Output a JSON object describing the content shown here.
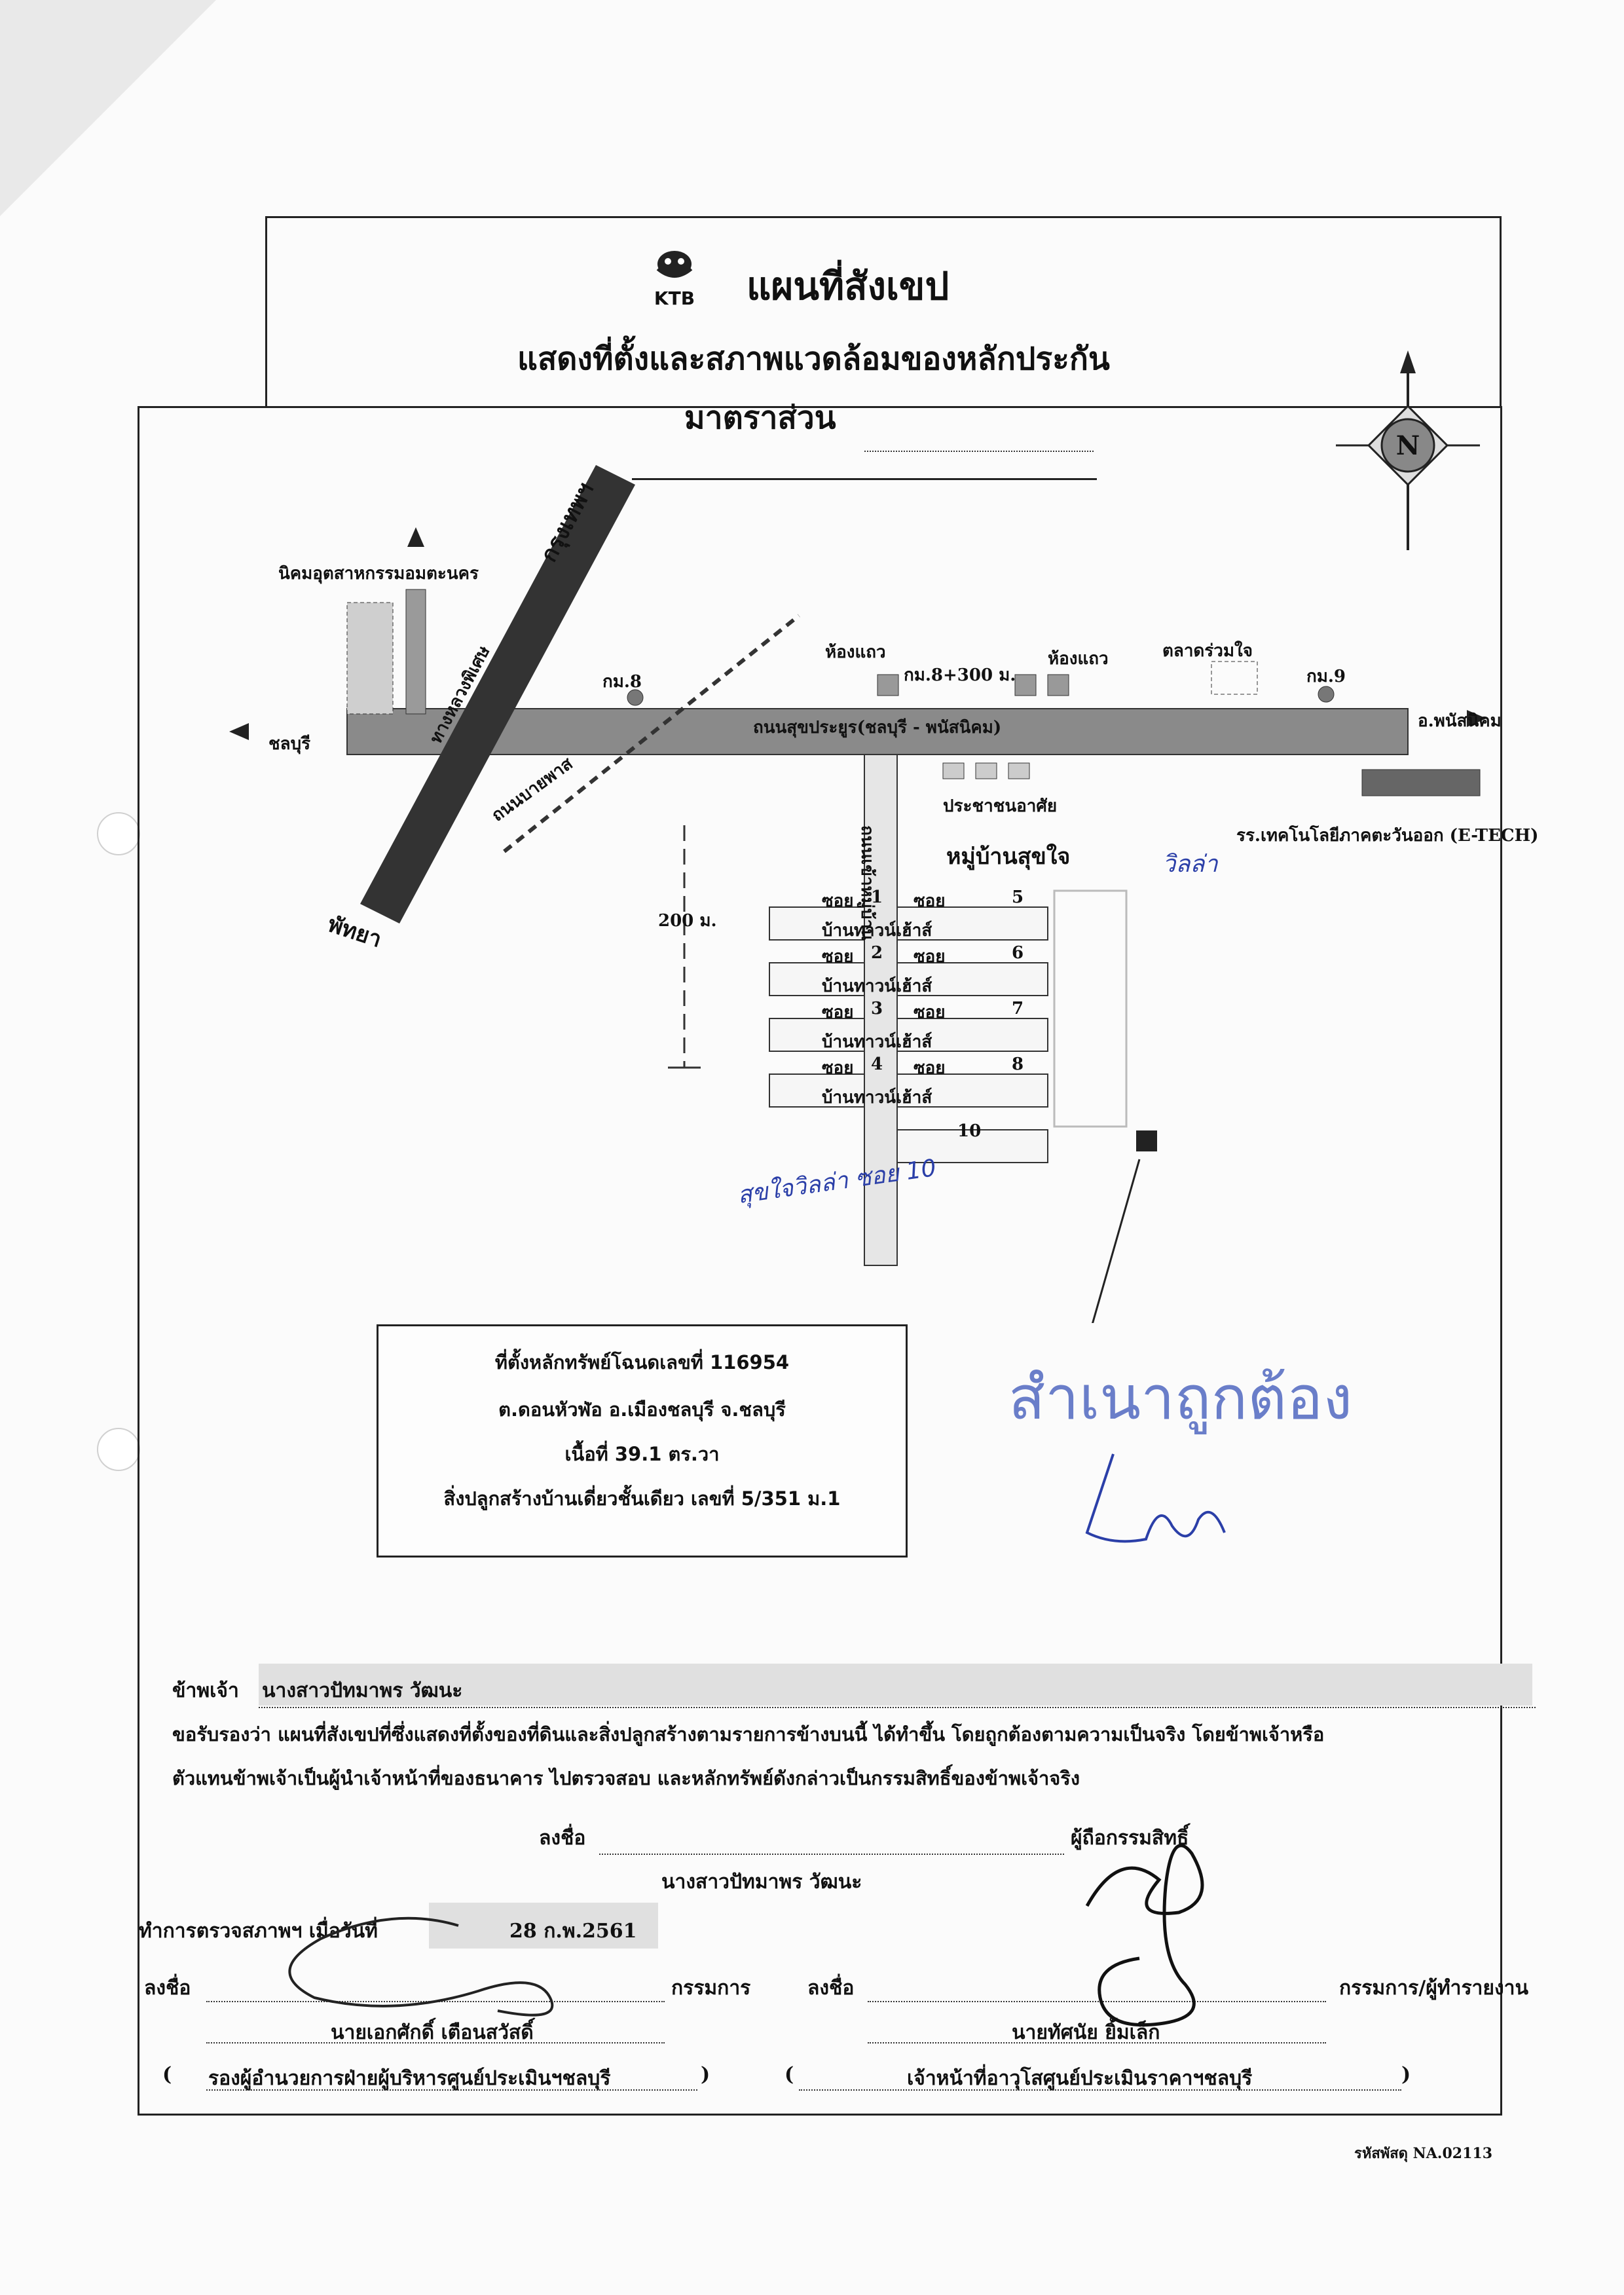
{
  "header": {
    "logo_text": "KTB",
    "title": "แผนที่สังเขป",
    "subtitle": "แสดงที่ตั้งและสภาพแวดล้อมของหลักประกัน",
    "scale_label": "มาตราส่วน"
  },
  "map": {
    "roads": {
      "bangkok": "กรุงเทพฯ",
      "pattaya": "พัทยา",
      "chonburi": "ชลบุรี",
      "phanat_nikhom": "อ.พนัสนิคม",
      "main_road": "ถนนสุขประยูร(ชลบุรี - พนัสนิคม)",
      "bypass": "ถนนบายพาส",
      "motorway": "ทางหลวงพิเศษ"
    },
    "landmarks": {
      "industrial_estate": "นิคมอุตสาหกรรมอมตะนคร",
      "km8": "กม.8",
      "km8_300": "กม.8+300 ม.",
      "km9": "กม.9",
      "shophouse_1": "ห้องแถว",
      "shophouse_2": "ห้องแถว",
      "market": "ตลาดร่วมใจ",
      "village_road": "ถนนเข้าหมู่บ้าน",
      "residences": "ประชาชนอาศัย",
      "village": "หมู่บ้านสุขใจ",
      "village_handwritten": "วิลล่า",
      "tech_college": "รร.เทคโนโลยีภาคตะวันออก (E-TECH)",
      "distance": "200 ม.",
      "soi_label": "ซอย",
      "townhouse": "บ้านทาวน์เฮ้าส์",
      "handwritten_soi": "สุขใจวิลล่า ซอย 10"
    },
    "soi_left": [
      "1",
      "2",
      "3",
      "4"
    ],
    "soi_right": [
      "5",
      "6",
      "7",
      "8"
    ],
    "soi_bottom": "10",
    "compass": "N"
  },
  "infobox": {
    "line1": "ที่ตั้งหลักทรัพย์โฉนดเลขที่ 116954",
    "line2": "ต.ดอนหัวฬ่อ อ.เมืองชลบุรี จ.ชลบุรี",
    "line3": "เนื้อที่ 39.1 ตร.วา",
    "line4": "สิ่งปลูกสร้างบ้านเดี่ยวชั้นเดียว เลขที่ 5/351 ม.1"
  },
  "stamp": {
    "text": "สำเนาถูกต้อง"
  },
  "declaration": {
    "prefix": "ข้าพเจ้า",
    "name": "นางสาวปัทมาพร วัฒนะ",
    "line1": "ขอรับรองว่า แผนที่สังเขปที่ซึ่งแสดงที่ตั้งของที่ดินและสิ่งปลูกสร้างตามรายการข้างบนนี้ ได้ทำขึ้น โดยถูกต้องตามความเป็นจริง โดยข้าพเจ้าหรือ",
    "line2": "ตัวแทนข้าพเจ้าเป็นผู้นำเจ้าหน้าที่ของธนาคาร ไปตรวจสอบ และหลักทรัพย์ดังกล่าวเป็นกรรมสิทธิ์ของข้าพเจ้าจริง",
    "sign_label": "ลงชื่อ",
    "owner_label": "ผู้ถือกรรมสิทธิ์",
    "owner_name": "นางสาวปัทมาพร วัฒนะ"
  },
  "inspection": {
    "date_label": "ทำการตรวจสภาพฯ เมื่อวันที่",
    "date_value": "28 ก.พ.2561",
    "sign1_label": "ลงชื่อ",
    "sign1_role": "กรรมการ",
    "sign1_name": "นายเอกศักดิ์ เตือนสวัสดิ์",
    "sign1_position": "รองผู้อำนวยการฝ่ายผู้บริหารศูนย์ประเมินฯชลบุรี",
    "sign2_label": "ลงชื่อ",
    "sign2_role": "กรรมการ/ผู้ทำรายงาน",
    "sign2_name": "นายทัศนัย ยิ้มเล็ก",
    "sign2_position": "เจ้าหน้าที่อาวุโสศูนย์ประเมินราคาฯชลบุรี",
    "paren_open": "(",
    "paren_close": ")"
  },
  "footer": {
    "code": "รหัสพัสดุ NA.02113"
  }
}
